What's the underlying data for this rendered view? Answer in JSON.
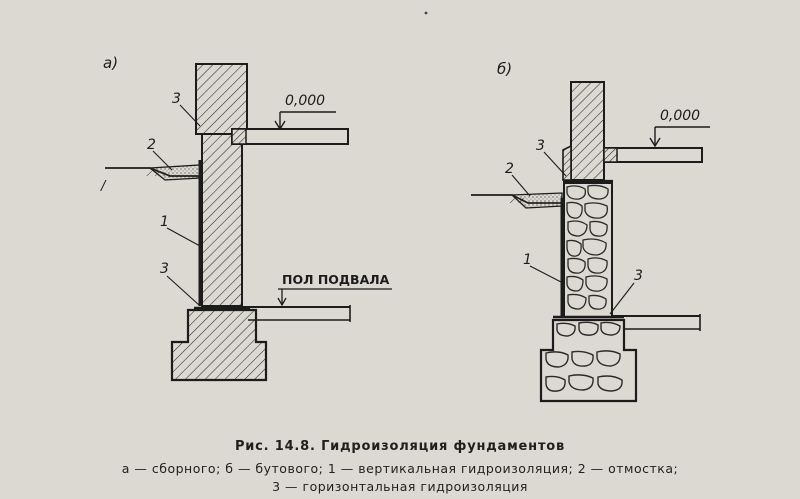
{
  "figure": {
    "panel_a_label": "а)",
    "panel_b_label": "б)",
    "level_a": "0,000",
    "level_b": "0,000",
    "floor_label": "ПОЛ ПОДВАЛА",
    "callouts_a": {
      "three_top": "3",
      "two": "2",
      "one": "1",
      "three_bottom": "3",
      "ground": "/"
    },
    "callouts_b": {
      "three_top": "3",
      "two": "2",
      "one": "1",
      "three_bottom": "3"
    }
  },
  "caption": {
    "title": "Рис. 14.8. Гидроизоляция фундаментов",
    "line1": "а — сборного;  б — бутового;  1 — вертикальная гидроизоляция;   2 — отмостка;",
    "line2": "3 — горизонтальная гидроизоляция"
  },
  "colors": {
    "paper": "#dcd9d2",
    "ink": "#1c1c1c"
  }
}
